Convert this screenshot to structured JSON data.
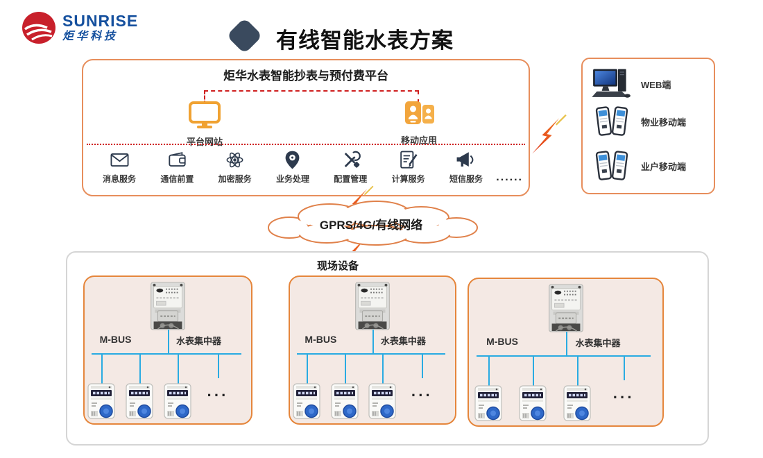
{
  "header": {
    "logo": {
      "brand": "SUNRISE",
      "brand_cn": "炬华科技"
    },
    "title": "有线智能水表方案"
  },
  "platform": {
    "title": "炬华水表智能抄表与预付费平台",
    "nodes": [
      {
        "label": "平台网站",
        "icon": "monitor-icon"
      },
      {
        "label": "移动应用",
        "icon": "mobile-apps-icon"
      }
    ],
    "services": [
      {
        "label": "消息服务",
        "icon": "envelope-icon"
      },
      {
        "label": "通信前置",
        "icon": "wallet-icon"
      },
      {
        "label": "加密服务",
        "icon": "atom-icon"
      },
      {
        "label": "业务处理",
        "icon": "location-pin-icon"
      },
      {
        "label": "配置管理",
        "icon": "tools-icon"
      },
      {
        "label": "计算服务",
        "icon": "document-edit-icon"
      },
      {
        "label": "短信服务",
        "icon": "megaphone-icon"
      }
    ],
    "services_more": "......"
  },
  "clients": {
    "items": [
      {
        "label": "WEB端",
        "icon": "desktop-computer-icon"
      },
      {
        "label": "物业移动端",
        "icon": "smartphones-icon"
      },
      {
        "label": "业户移动端",
        "icon": "smartphones-icon"
      }
    ]
  },
  "network": {
    "cloud_label": "GPRS/4G/有线网络"
  },
  "field": {
    "title": "现场设备",
    "groups": [
      {
        "bus_label": "M-BUS",
        "device_label": "水表集中器",
        "more": "···"
      },
      {
        "bus_label": "M-BUS",
        "device_label": "水表集中器",
        "more": "···"
      },
      {
        "bus_label": "M-BUS",
        "device_label": "水表集中器",
        "more": "···"
      }
    ]
  },
  "colors": {
    "accent_orange": "#E78E5C",
    "group_border_orange": "#E5863C",
    "group_bg_pink": "#F4E9E4",
    "bus_line_blue": "#29ABE2",
    "dash_red": "#CF1F1F",
    "icon_navy": "#2D3A4D",
    "diamond_navy": "#3A4A5E",
    "logo_red": "#C8202B",
    "logo_blue": "#15509E"
  }
}
